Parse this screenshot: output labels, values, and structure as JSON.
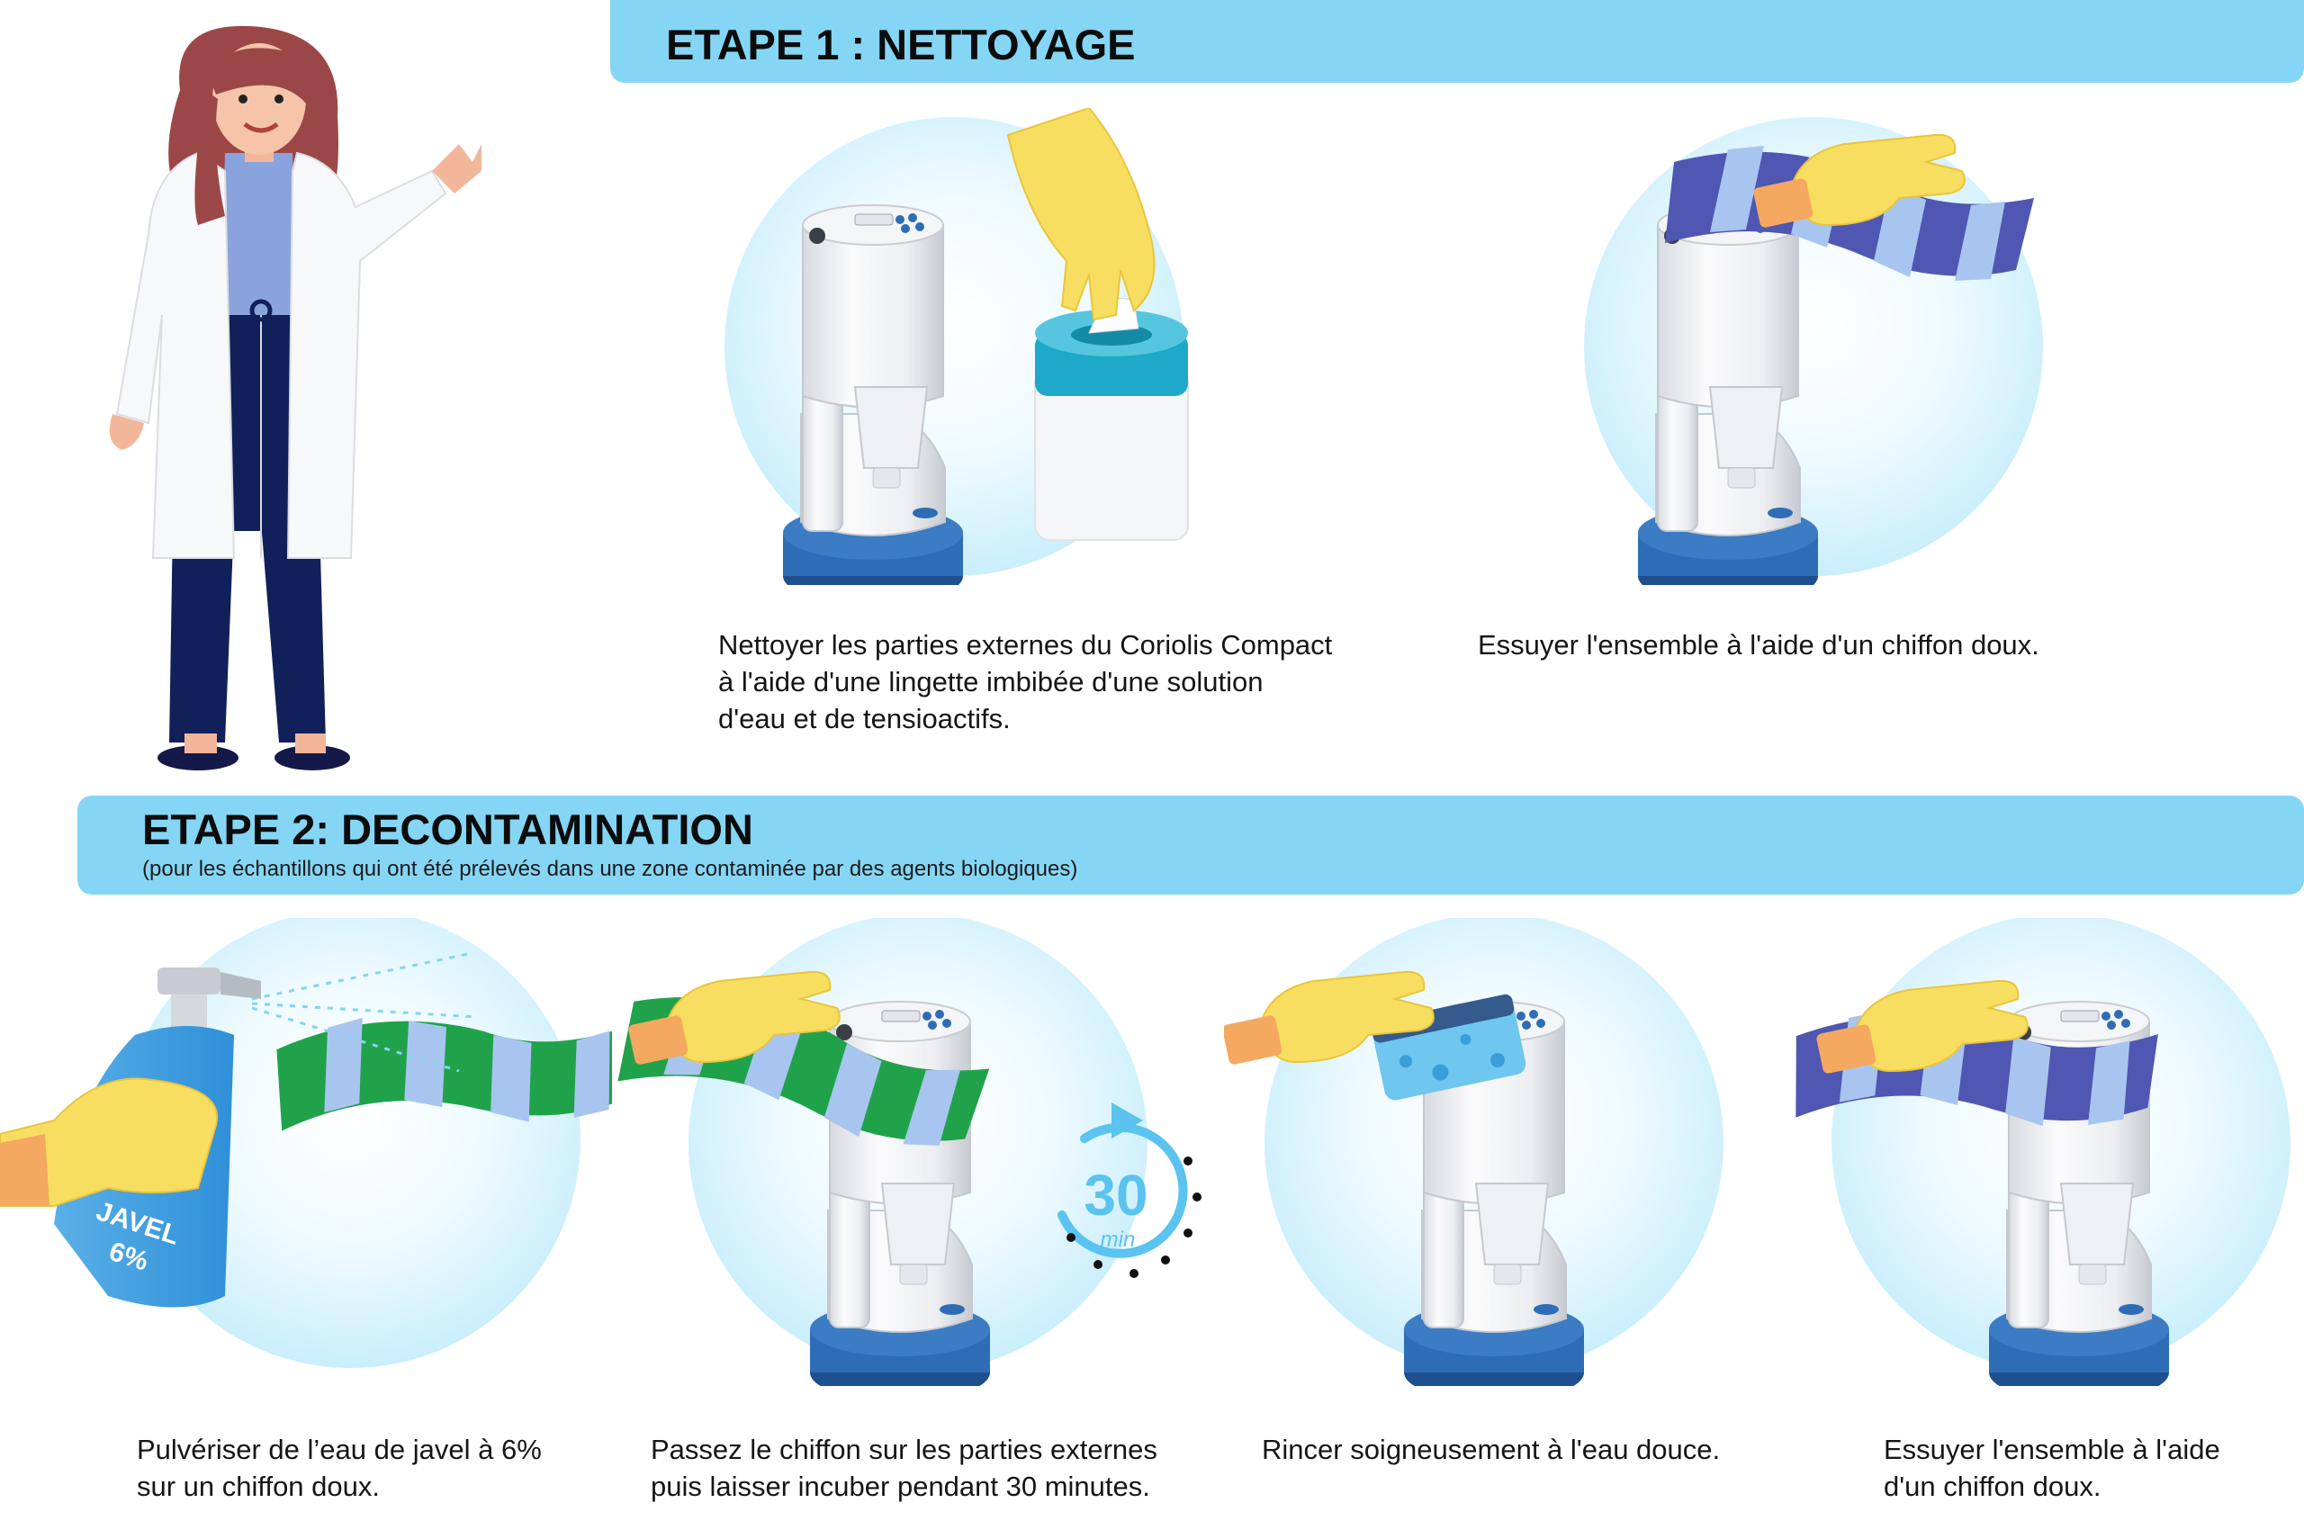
{
  "step1": {
    "title": "ETAPE 1 : NETTOYAGE",
    "captions": [
      [
        "Nettoyer les parties externes du Coriolis Compact",
        "à l'aide d'une lingette imbibée d'une solution",
        "d'eau et de tensioactifs."
      ],
      [
        "Essuyer l'ensemble à l'aide d'un chiffon doux."
      ]
    ]
  },
  "step2": {
    "title": "ETAPE 2: DECONTAMINATION",
    "subtitle": "(pour les échantillons qui ont été prélevés dans une zone contaminée par des agents biologiques)",
    "captions": [
      [
        "Pulvériser de l’eau de javel à 6%",
        "sur un chiffon doux."
      ],
      [
        "Passez le chiffon sur les parties externes",
        "puis laisser incuber pendant 30 minutes."
      ],
      [
        "Rincer soigneusement à l'eau douce."
      ],
      [
        "Essuyer l'ensemble à l'aide",
        "d'un chiffon doux."
      ]
    ]
  },
  "spray_bottle": {
    "label_line1": "JAVEL",
    "label_line2": "6%"
  },
  "timer": {
    "value": "30",
    "unit": "min"
  },
  "colors": {
    "banner": "#85d6f5",
    "circle": "#d9f4fd",
    "glove": "#f8de60",
    "device_base": "#2e6db5",
    "cloth_blue": "#4f57b2",
    "cloth_green": "#20a24b",
    "stripe": "#a8c5f0",
    "wipe_lid": "#1ea8c9"
  }
}
